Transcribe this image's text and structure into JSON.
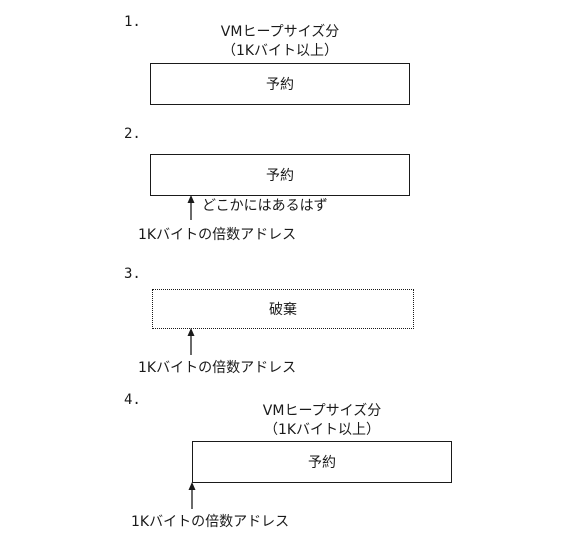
{
  "steps": [
    {
      "number": "1.",
      "caption_line1": "VMヒープサイズ分",
      "caption_line2": "（1Kバイト以上）",
      "box_label": "予約"
    },
    {
      "number": "2.",
      "box_label": "予約",
      "pointer_note": "どこかにはあるはず",
      "address_label": "1Kバイトの倍数アドレス"
    },
    {
      "number": "3.",
      "box_label": "破棄",
      "address_label": "1Kバイトの倍数アドレス"
    },
    {
      "number": "4.",
      "caption_line1": "VMヒープサイズ分",
      "caption_line2": "（1Kバイト以上）",
      "box_label": "予約",
      "address_label": "1Kバイトの倍数アドレス"
    }
  ]
}
